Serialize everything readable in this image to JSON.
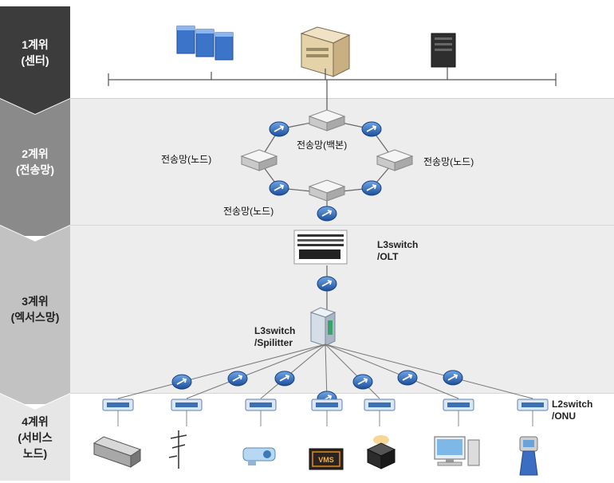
{
  "tiers": [
    {
      "label": "1계위\n(센터)"
    },
    {
      "label": "2계위\n(전송망)"
    },
    {
      "label": "3계위\n(엑서스망)"
    },
    {
      "label": "4계위\n(서비스\n노드)"
    }
  ],
  "tier2": {
    "backbone": "전송망(백본)",
    "node_left": "전송망(노드)",
    "node_right": "전송망(노드)",
    "node_bottom": "전송망(노드)"
  },
  "tier3": {
    "olt_label": "L3switch\n/OLT",
    "splitter_label": "L3switch\n/Spilitter"
  },
  "tier4": {
    "onu_label": "L2switch\n/ONU",
    "vms_text": "VMS"
  },
  "colors": {
    "tier1_tab": "#3c3c3c",
    "tier2_tab": "#8a8a8a",
    "tier3_tab": "#bdbdbd",
    "tier4_tab": "#e4e4e4",
    "band_bg": "#eeeeee",
    "router_blue": "#2f6fc7"
  }
}
